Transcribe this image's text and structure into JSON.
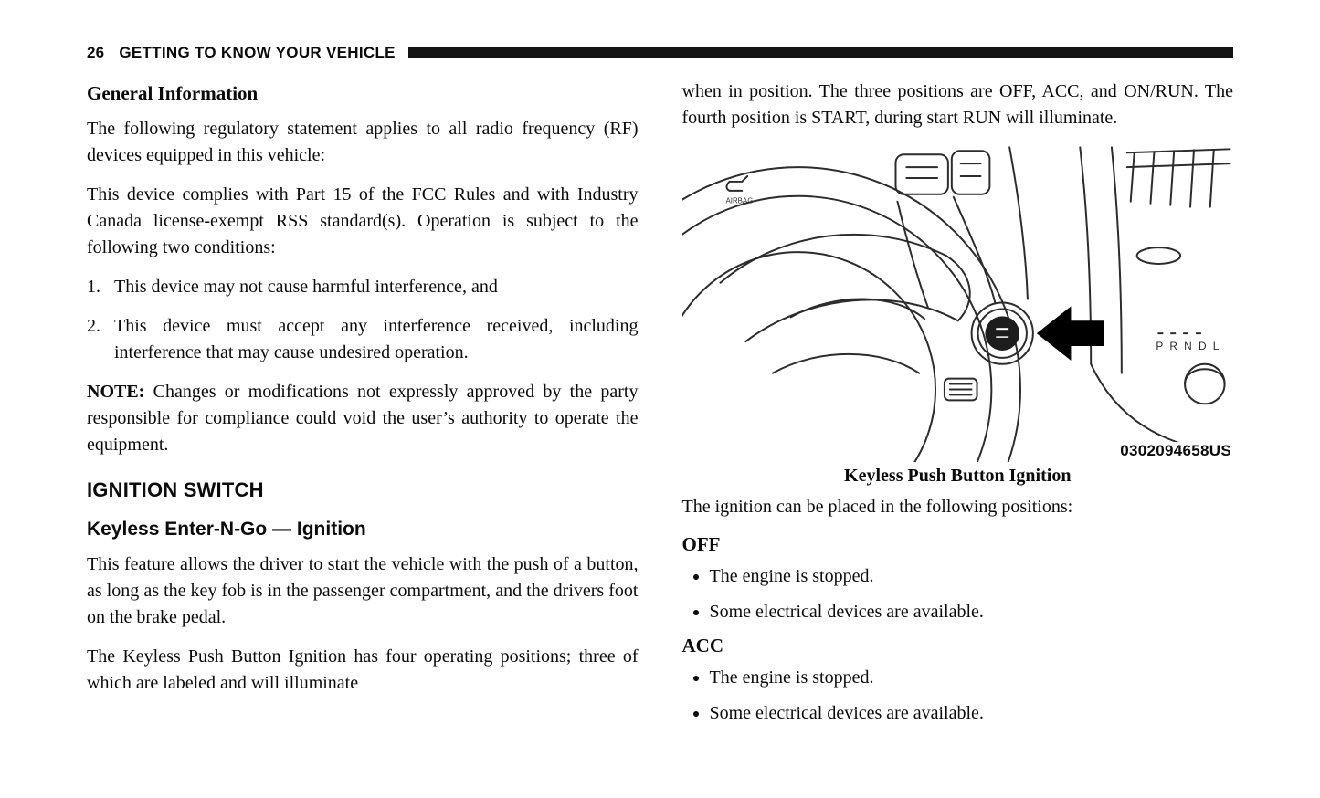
{
  "header": {
    "page_number": "26",
    "title": "GETTING TO KNOW YOUR VEHICLE"
  },
  "left": {
    "gi": {
      "heading": "General Information",
      "p1": "The following regulatory statement applies to all radio frequency (RF) devices equipped in this vehicle:",
      "p2": "This device complies with Part 15 of the FCC Rules and with Industry Canada license-exempt RSS standard(s). Operation is subject to the following two conditions:",
      "items": [
        {
          "num": "1.",
          "text": "This device may not cause harmful interference, and"
        },
        {
          "num": "2.",
          "text": "This device must accept any interference received, including interference that may cause undesired operation."
        }
      ],
      "note_label": "NOTE:",
      "note_text": " Changes or modifications not expressly approved by the party responsible for compliance could void the user’s authority to operate the equipment."
    },
    "ig": {
      "heading": "IGNITION SWITCH",
      "subheading": "Keyless Enter-N-Go — Ignition",
      "p1": "This feature allows the driver to start the vehicle with the push of a button, as long as the key fob is in the passenger compartment, and the drivers foot on the brake pedal.",
      "p2": "The Keyless Push Button Ignition has four operating positions; three of which are labeled and will illuminate"
    }
  },
  "right": {
    "p_cont": "when in position. The three positions are OFF, ACC, and ON/RUN. The fourth position is START, during start RUN will illuminate.",
    "figure": {
      "code": "0302094658US",
      "caption": "Keyless Push Button Ignition",
      "airbag_label": "AIRBAG",
      "prndl": "P R N D L"
    },
    "intro": "The ignition can be placed in the following positions:",
    "positions": [
      {
        "name": "OFF",
        "bullets": [
          "The engine is stopped.",
          "Some electrical devices are available."
        ]
      },
      {
        "name": "ACC",
        "bullets": [
          "The engine is stopped.",
          "Some electrical devices are available."
        ]
      }
    ]
  }
}
